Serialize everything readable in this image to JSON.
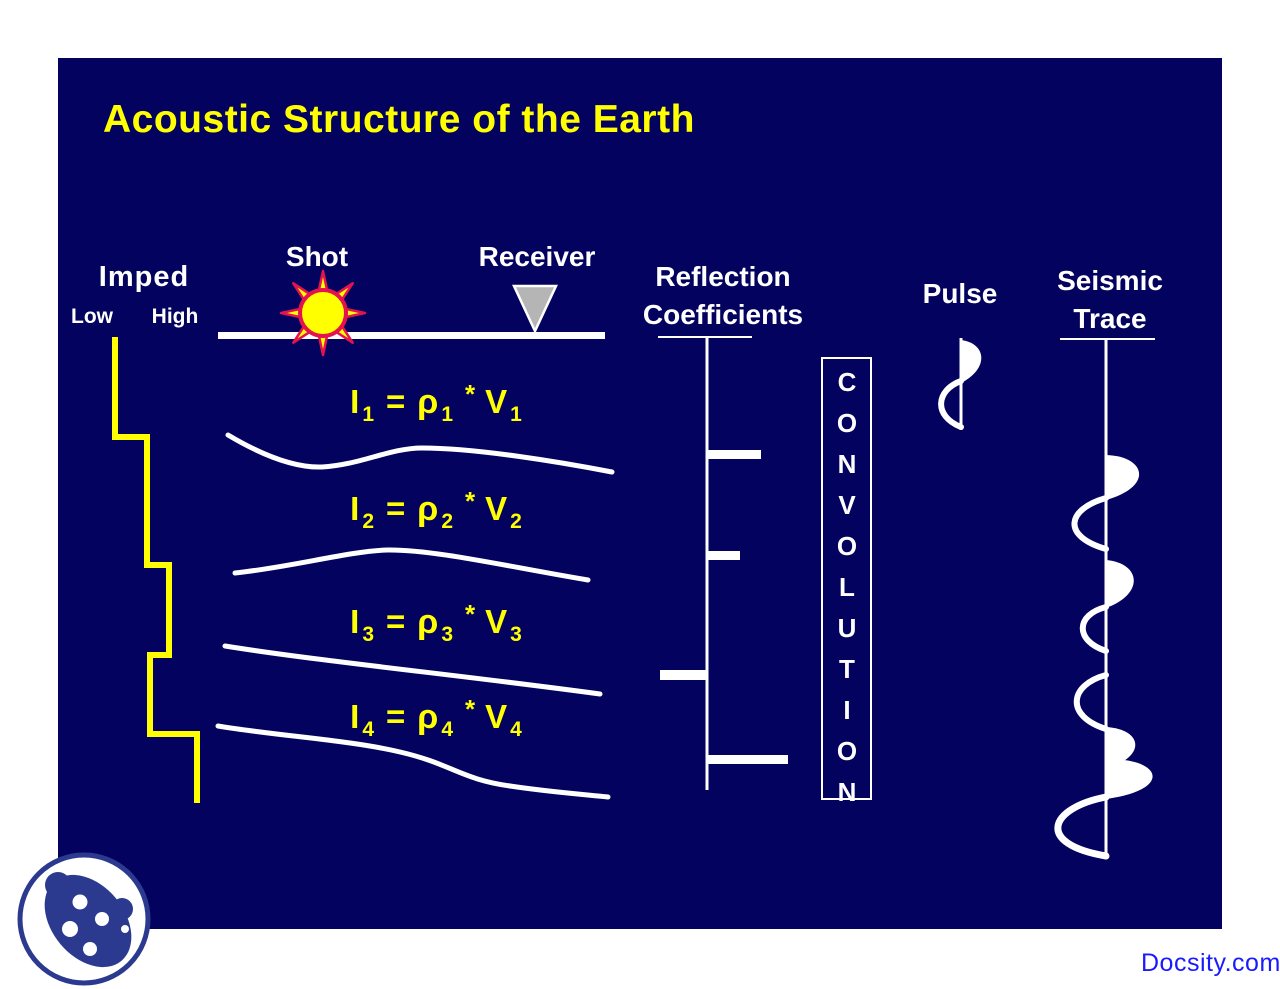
{
  "header": {
    "title": "Acoustic Structure of the Earth"
  },
  "impedance_panel": {
    "title": "Imped",
    "low_label": "Low",
    "high_label": "High"
  },
  "surface_panel": {
    "shot_label": "Shot",
    "receiver_label": "Receiver"
  },
  "layers": [
    {
      "impedance_symbol": "I",
      "index": "1",
      "equals": "=",
      "density_symbol": "ρ",
      "density_index": "1",
      "times": "*",
      "velocity_symbol": "V",
      "velocity_index": "1"
    },
    {
      "impedance_symbol": "I",
      "index": "2",
      "equals": "=",
      "density_symbol": "ρ",
      "density_index": "2",
      "times": "*",
      "velocity_symbol": "V",
      "velocity_index": "2"
    },
    {
      "impedance_symbol": "I",
      "index": "3",
      "equals": "=",
      "density_symbol": "ρ",
      "density_index": "3",
      "times": "*",
      "velocity_symbol": "V",
      "velocity_index": "3"
    },
    {
      "impedance_symbol": "I",
      "index": "4",
      "equals": "=",
      "density_symbol": "ρ",
      "density_index": "4",
      "times": "*",
      "velocity_symbol": "V",
      "velocity_index": "4"
    }
  ],
  "reflection_panel": {
    "title_line1": "Reflection",
    "title_line2": "Coefficients"
  },
  "convolution_panel": {
    "title": "CONVOLUTION"
  },
  "pulse_panel": {
    "title": "Pulse"
  },
  "trace_panel": {
    "title_line1": "Seismic",
    "title_line2": "Trace"
  },
  "branding": {
    "watermark": "Docsity.com"
  },
  "icons": {
    "shot": "sun-icon",
    "receiver": "geophone-triangle-icon",
    "logo": "docsity-logo-icon"
  },
  "colors": {
    "slide_background": "#03035f",
    "page_background": "#ffffff",
    "accent_yellow": "#ffff00",
    "text_white": "#ffffff",
    "sun_outline_red": "#e3134f",
    "receiver_gray": "#b5b5b5",
    "watermark_blue": "#1a1aff",
    "logo_blue": "#2b3a8f"
  }
}
